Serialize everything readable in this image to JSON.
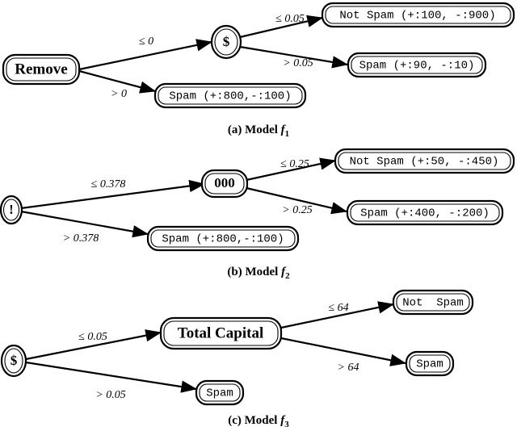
{
  "figure": {
    "type": "decision-tree-diagrams",
    "panel_count": 3,
    "background_color": "#ffffff",
    "stroke_color": "#000000"
  },
  "panels": [
    {
      "id": "model-f1",
      "caption_prefix": "(a) Model ",
      "caption_symbol": "f",
      "caption_subscript": "1",
      "root": {
        "label": "Remove",
        "shape": "rounded-rect",
        "font": "serif-bold"
      },
      "internal": {
        "label": "$",
        "shape": "ellipse",
        "font": "serif-bold"
      },
      "edges": [
        {
          "from": "root",
          "to": "internal",
          "label": "≤ 0"
        },
        {
          "from": "root",
          "to": "leaf-root-right",
          "label": "> 0"
        },
        {
          "from": "internal",
          "to": "leaf-top",
          "label": "≤ 0.05"
        },
        {
          "from": "internal",
          "to": "leaf-mid",
          "label": "> 0.05"
        }
      ],
      "leaves": [
        {
          "id": "leaf-top",
          "label": "Not Spam (+:100, -:900)"
        },
        {
          "id": "leaf-mid",
          "label": "Spam (+:90, -:10)"
        },
        {
          "id": "leaf-root-right",
          "label": "Spam (+:800,-:100)"
        }
      ]
    },
    {
      "id": "model-f2",
      "caption_prefix": "(b) Model ",
      "caption_symbol": "f",
      "caption_subscript": "2",
      "root": {
        "label": "!",
        "shape": "ellipse",
        "font": "serif-bold"
      },
      "internal": {
        "label": "000",
        "shape": "rounded-rect",
        "font": "serif-bold"
      },
      "edges": [
        {
          "from": "root",
          "to": "internal",
          "label": "≤ 0.378"
        },
        {
          "from": "root",
          "to": "leaf-root-right",
          "label": "> 0.378"
        },
        {
          "from": "internal",
          "to": "leaf-top",
          "label": "≤ 0.25"
        },
        {
          "from": "internal",
          "to": "leaf-mid",
          "label": "> 0.25"
        }
      ],
      "leaves": [
        {
          "id": "leaf-top",
          "label": "Not Spam (+:50, -:450)"
        },
        {
          "id": "leaf-mid",
          "label": "Spam (+:400, -:200)"
        },
        {
          "id": "leaf-root-right",
          "label": "Spam (+:800,-:100)"
        }
      ]
    },
    {
      "id": "model-f3",
      "caption_prefix": "(c) Model ",
      "caption_symbol": "f",
      "caption_subscript": "3",
      "root": {
        "label": "$",
        "shape": "ellipse",
        "font": "serif-bold"
      },
      "internal": {
        "label": "Total Capital",
        "shape": "rounded-rect",
        "font": "serif-bold"
      },
      "edges": [
        {
          "from": "root",
          "to": "internal",
          "label": "≤ 0.05"
        },
        {
          "from": "root",
          "to": "leaf-root-right",
          "label": "> 0.05"
        },
        {
          "from": "internal",
          "to": "leaf-top",
          "label": "≤ 64"
        },
        {
          "from": "internal",
          "to": "leaf-mid",
          "label": "> 64"
        }
      ],
      "leaves": [
        {
          "id": "leaf-top",
          "label": "Not  Spam"
        },
        {
          "id": "leaf-mid",
          "label": "Spam"
        },
        {
          "id": "leaf-root-right",
          "label": "Spam"
        }
      ]
    }
  ]
}
